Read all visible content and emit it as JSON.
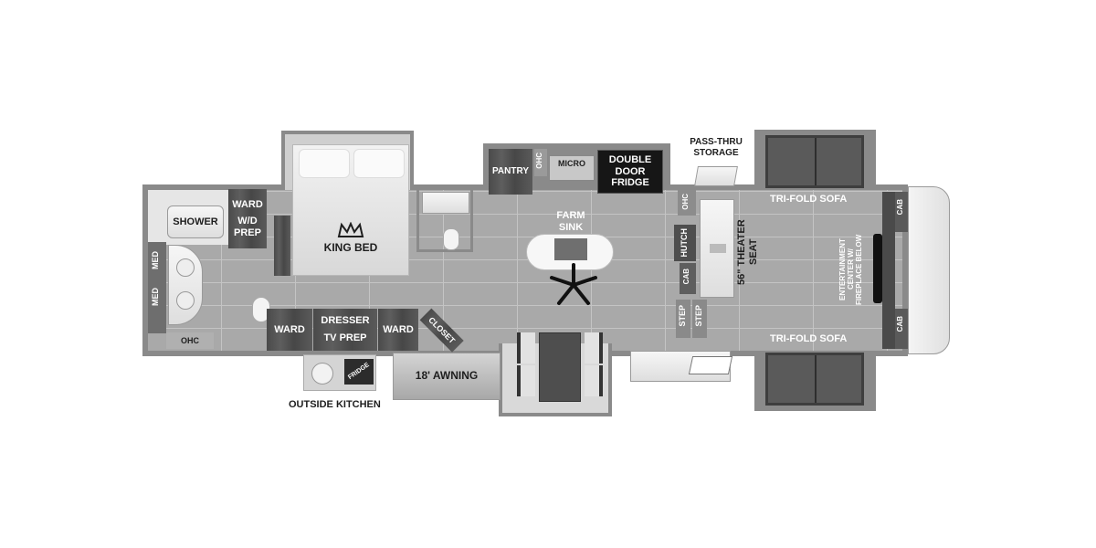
{
  "floorplan": {
    "rooms": {
      "bath": {
        "shower": "SHOWER",
        "med_top": "MED",
        "med_bottom": "MED",
        "ohc": "OHC",
        "ward": "WARD",
        "wd_prep": "W/D\nPREP"
      },
      "bedroom": {
        "bed": "KING BED",
        "bed_icon": "crown-icon",
        "ward_left": "WARD",
        "dresser": "DRESSER",
        "tv_prep": "TV PREP",
        "ward_right": "WARD",
        "closet": "CLOSET"
      },
      "kitchen": {
        "pantry": "PANTRY",
        "ohc": "OHC",
        "micro": "MICRO",
        "fridge_line1": "DOUBLE",
        "fridge_line2": "DOOR",
        "fridge_line3": "FRIDGE",
        "sink_line1": "FARM",
        "sink_line2": "SINK",
        "fan_icon": "ceiling-fan-icon"
      },
      "living": {
        "pass_thru_line1": "PASS-THRU",
        "pass_thru_line2": "STORAGE",
        "ohc": "OHC",
        "hutch": "HUTCH",
        "cab": "CAB",
        "step_left": "STEP",
        "step_right": "STEP",
        "theater_line1": "56\" THEATER",
        "theater_line2": "SEAT",
        "sofa_top": "TRI-FOLD SOFA",
        "sofa_bottom": "TRI-FOLD SOFA",
        "entertainment_line1": "ENTERTAINMENT",
        "entertainment_line2": "CENTER W/",
        "entertainment_line3": "FIREPLACE BELOW",
        "cab_top": "CAB",
        "cab_bottom": "CAB"
      },
      "exterior": {
        "awning": "18' AWNING",
        "outside_kitchen": "OUTSIDE KITCHEN",
        "fridge": "FRIDGE"
      }
    }
  }
}
